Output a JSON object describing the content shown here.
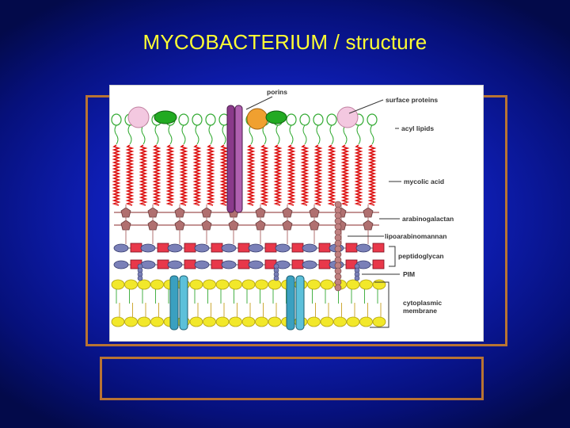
{
  "title": "MYCOBACTERIUM / structure",
  "labels": {
    "porins": "porins",
    "surface_proteins": "surface proteins",
    "acyl_lipids": "acyl lipids",
    "mycolic_acid": "mycolic acid",
    "arabinogalactan": "arabinogalactan",
    "lipoarabinomannan": "lipoarabinomannan",
    "peptidoglycan": "peptidoglycan",
    "pim": "PIM",
    "cytoplasmic_membrane_1": "cytoplasmic",
    "cytoplasmic_membrane_2": "membrane"
  },
  "colors": {
    "title": "#ffff33",
    "frame": "#b87333",
    "mycolic": "#dd1111",
    "lipid_green": "#33aa33",
    "arabinogalactan": "#b07070",
    "peptidoglycan": "#e8384a",
    "pim_blue": "#7a80b8",
    "membrane_yellow": "#f2e82a",
    "porin": "#8b3a8b",
    "channel": "#3aa0c0"
  }
}
